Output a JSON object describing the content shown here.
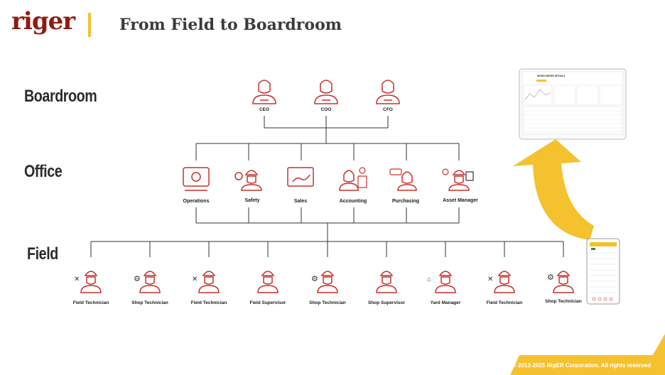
{
  "header": {
    "logo": "riger",
    "title": "From Field to Boardroom"
  },
  "levels": {
    "boardroom": "Boardroom",
    "office": "Office",
    "field": "Field"
  },
  "boardroom_nodes": [
    "CEO",
    "COO",
    "CFO"
  ],
  "office_nodes": [
    "Operations",
    "Safety",
    "Sales",
    "Accounting",
    "Purchasing",
    "Asset Manager"
  ],
  "field_nodes": [
    "Field Technician",
    "Shop Technician",
    "Field Technician",
    "Field Supervisor",
    "Shop Technician",
    "Shop Supervisor",
    "Yard Manager",
    "Field Technician",
    "Shop Technician"
  ],
  "screenshot": {
    "title": "WORKORDER DETAILS"
  },
  "colors": {
    "icon": "#c8302c",
    "accent": "#f4c22f",
    "line": "#333333",
    "brand": "#8f1b13"
  },
  "footer": {
    "copyright": "© 2012-2025 RigER Corporation. All rights reserved"
  }
}
